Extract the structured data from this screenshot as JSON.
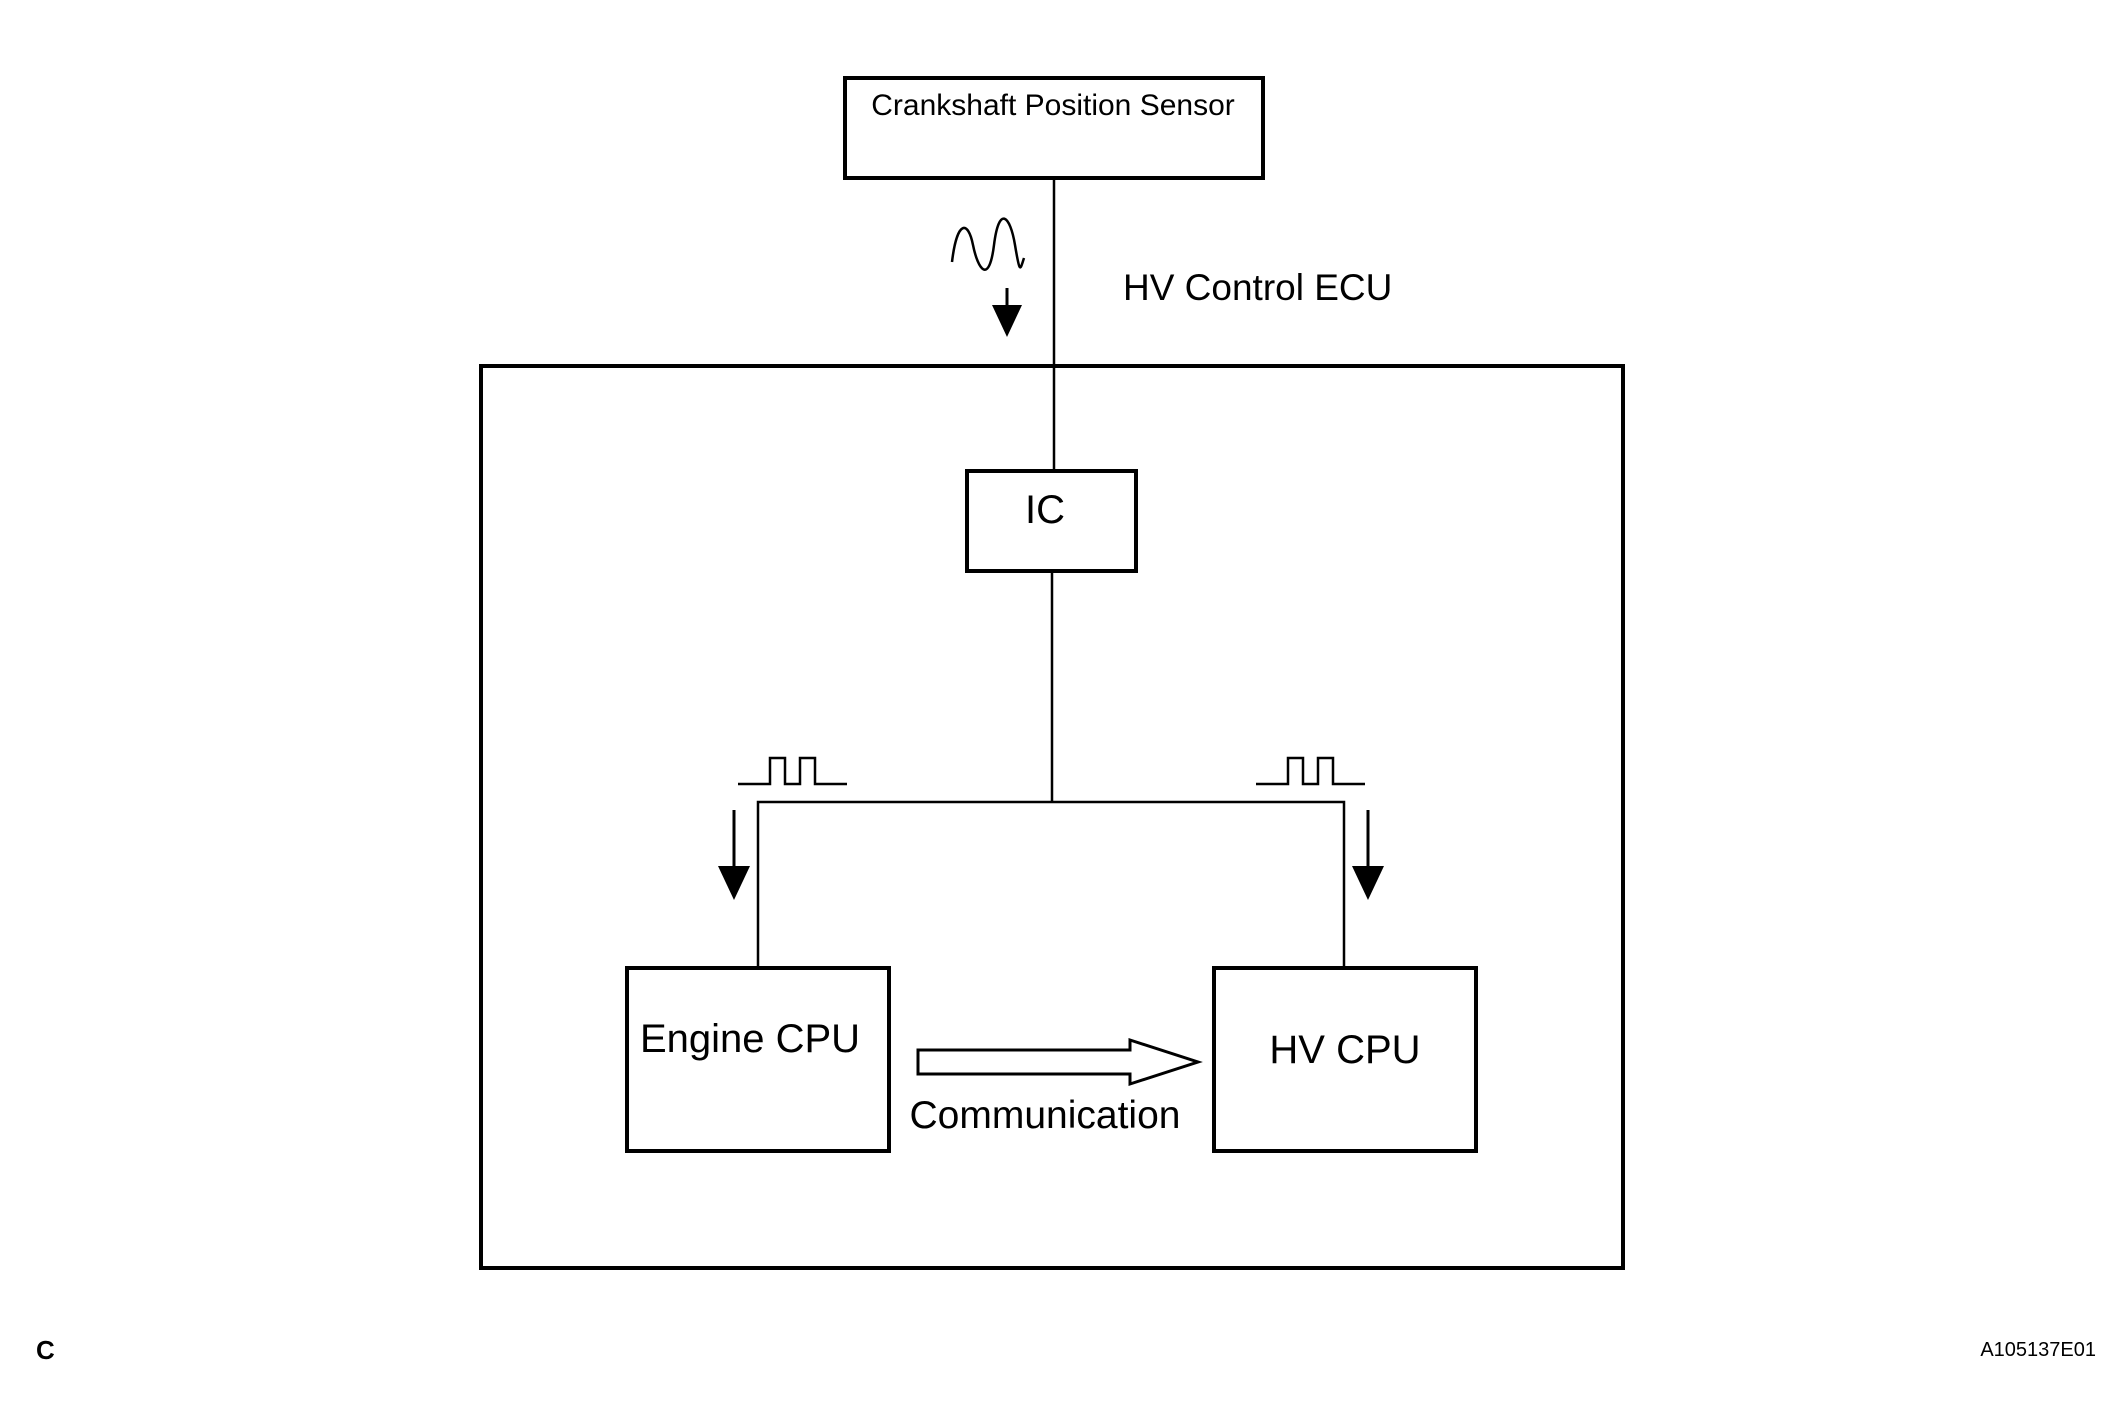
{
  "diagram": {
    "sensor_label": "Crankshaft Position Sensor",
    "ecu_label": "HV Control ECU",
    "ic_label": "IC",
    "engine_cpu_label": "Engine CPU",
    "hv_cpu_label": "HV CPU",
    "communication_label": "Communication",
    "corner_letter": "C",
    "figure_code": "A105137E01"
  }
}
